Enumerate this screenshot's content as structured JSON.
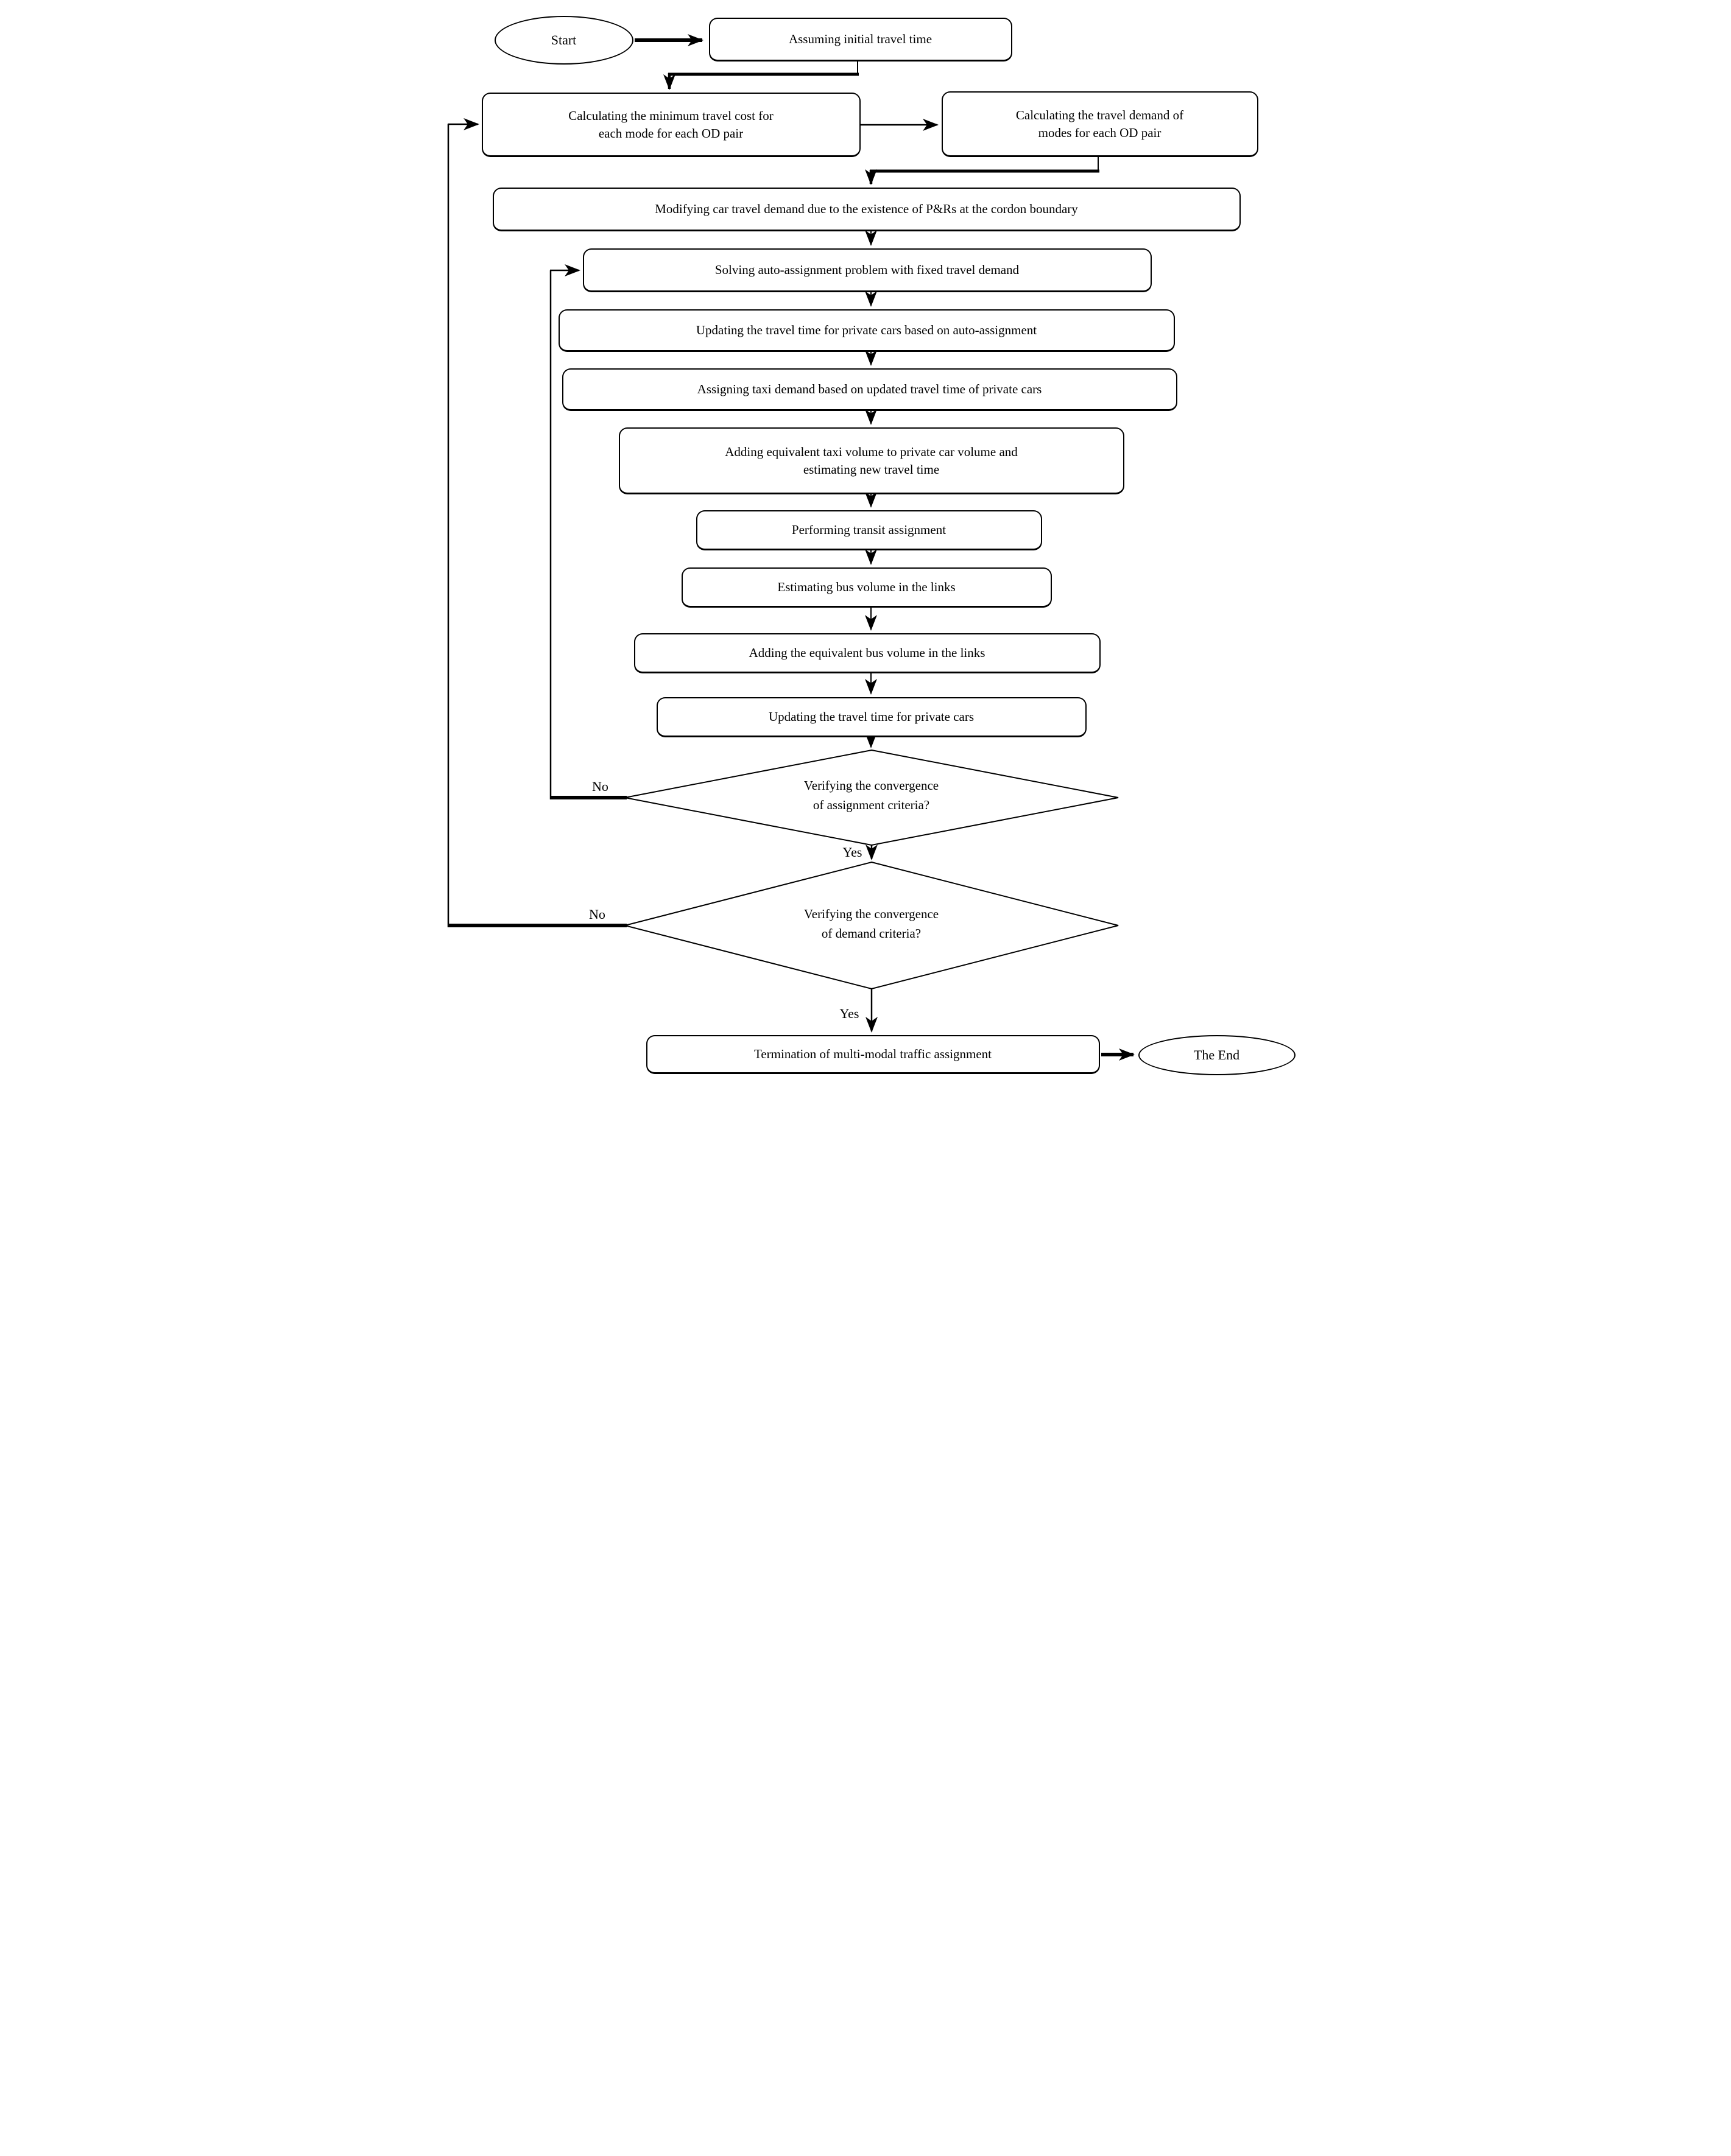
{
  "flowchart": {
    "start": {
      "label": "Start"
    },
    "end": {
      "label": "The End"
    },
    "nodes": [
      {
        "id": "assume-initial-time",
        "lines": [
          "Assuming initial travel time"
        ]
      },
      {
        "id": "min-travel-cost",
        "lines": [
          "Calculating the minimum travel cost for",
          "each mode for each OD pair"
        ]
      },
      {
        "id": "travel-demand",
        "lines": [
          "Calculating the travel demand of",
          "modes for each OD pair"
        ]
      },
      {
        "id": "modify-car-demand",
        "lines": [
          "Modifying car travel demand due to the existence of P&Rs at the cordon boundary"
        ]
      },
      {
        "id": "auto-assignment",
        "lines": [
          "Solving auto-assignment problem with fixed travel demand"
        ]
      },
      {
        "id": "update-time-auto",
        "lines": [
          "Updating the travel time for private cars based on auto-assignment"
        ]
      },
      {
        "id": "assign-taxi",
        "lines": [
          "Assigning taxi demand based on updated travel time of private cars"
        ]
      },
      {
        "id": "add-taxi-volume",
        "lines": [
          "Adding equivalent taxi volume to private car volume and",
          "estimating new travel time"
        ]
      },
      {
        "id": "transit-assignment",
        "lines": [
          "Performing transit assignment"
        ]
      },
      {
        "id": "estimate-bus-volume",
        "lines": [
          "Estimating bus volume in the links"
        ]
      },
      {
        "id": "add-bus-volume",
        "lines": [
          "Adding the equivalent bus volume in the links"
        ]
      },
      {
        "id": "update-time-cars",
        "lines": [
          "Updating the travel time for private cars"
        ]
      },
      {
        "id": "termination",
        "lines": [
          "Termination of multi-modal traffic assignment"
        ]
      }
    ],
    "decisions": [
      {
        "id": "convergence-assignment",
        "lines": [
          "Verifying the convergence",
          "of assignment criteria?"
        ]
      },
      {
        "id": "convergence-demand",
        "lines": [
          "Verifying the convergence",
          "of demand criteria?"
        ]
      }
    ],
    "labels": {
      "no1": "No",
      "yes1": "Yes",
      "no2": "No",
      "yes2": "Yes"
    },
    "colors": {
      "stroke": "#000000",
      "background": "#ffffff"
    }
  }
}
